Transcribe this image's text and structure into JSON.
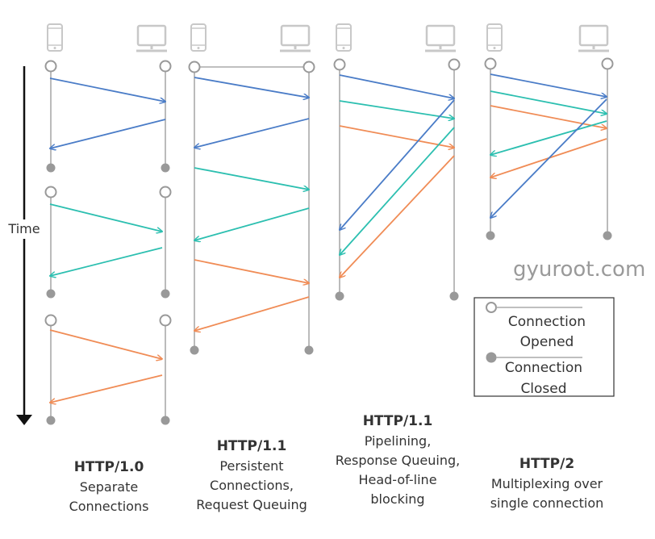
{
  "time_label": "Time",
  "watermark": "gyuroot.com",
  "legend": {
    "opened_line1": "Connection",
    "opened_line2": "Opened",
    "closed_line1": "Connection",
    "closed_line2": "Closed"
  },
  "colors": {
    "blue": "#4a7cc7",
    "teal": "#2cbfb0",
    "orange": "#f08c56",
    "line_gray": "#aaaaaa",
    "dot_gray": "#999999"
  },
  "icons": {
    "client": "mobile-phone-icon",
    "server": "desktop-monitor-icon"
  },
  "panels": [
    {
      "id": "http10",
      "title": "HTTP/1.0",
      "subtitle": [
        "Separate",
        "Connections"
      ],
      "messages": [
        {
          "color": "blue",
          "dir": "to-server"
        },
        {
          "color": "blue",
          "dir": "to-client"
        },
        {
          "color": "teal",
          "dir": "to-server"
        },
        {
          "color": "teal",
          "dir": "to-client"
        },
        {
          "color": "orange",
          "dir": "to-server"
        },
        {
          "color": "orange",
          "dir": "to-client"
        }
      ]
    },
    {
      "id": "http11-persistent",
      "title": "HTTP/1.1",
      "subtitle": [
        "Persistent",
        "Connections,",
        "Request Queuing"
      ],
      "messages": [
        {
          "color": "blue",
          "dir": "to-server"
        },
        {
          "color": "blue",
          "dir": "to-client"
        },
        {
          "color": "teal",
          "dir": "to-server"
        },
        {
          "color": "teal",
          "dir": "to-client"
        },
        {
          "color": "orange",
          "dir": "to-server"
        },
        {
          "color": "orange",
          "dir": "to-client"
        }
      ]
    },
    {
      "id": "http11-pipelining",
      "title": "HTTP/1.1",
      "subtitle": [
        "Pipelining,",
        "Response Queuing,",
        "Head-of-line",
        "blocking"
      ],
      "messages": [
        {
          "color": "blue",
          "dir": "to-server"
        },
        {
          "color": "teal",
          "dir": "to-server"
        },
        {
          "color": "orange",
          "dir": "to-server"
        },
        {
          "color": "blue",
          "dir": "to-client"
        },
        {
          "color": "teal",
          "dir": "to-client"
        },
        {
          "color": "orange",
          "dir": "to-client"
        }
      ]
    },
    {
      "id": "http2",
      "title": "HTTP/2",
      "subtitle": [
        "Multiplexing over",
        "single connection"
      ],
      "messages": [
        {
          "color": "blue",
          "dir": "to-server"
        },
        {
          "color": "teal",
          "dir": "to-server"
        },
        {
          "color": "orange",
          "dir": "to-server"
        },
        {
          "color": "teal",
          "dir": "to-client"
        },
        {
          "color": "orange",
          "dir": "to-client"
        },
        {
          "color": "blue",
          "dir": "to-client"
        }
      ]
    }
  ]
}
